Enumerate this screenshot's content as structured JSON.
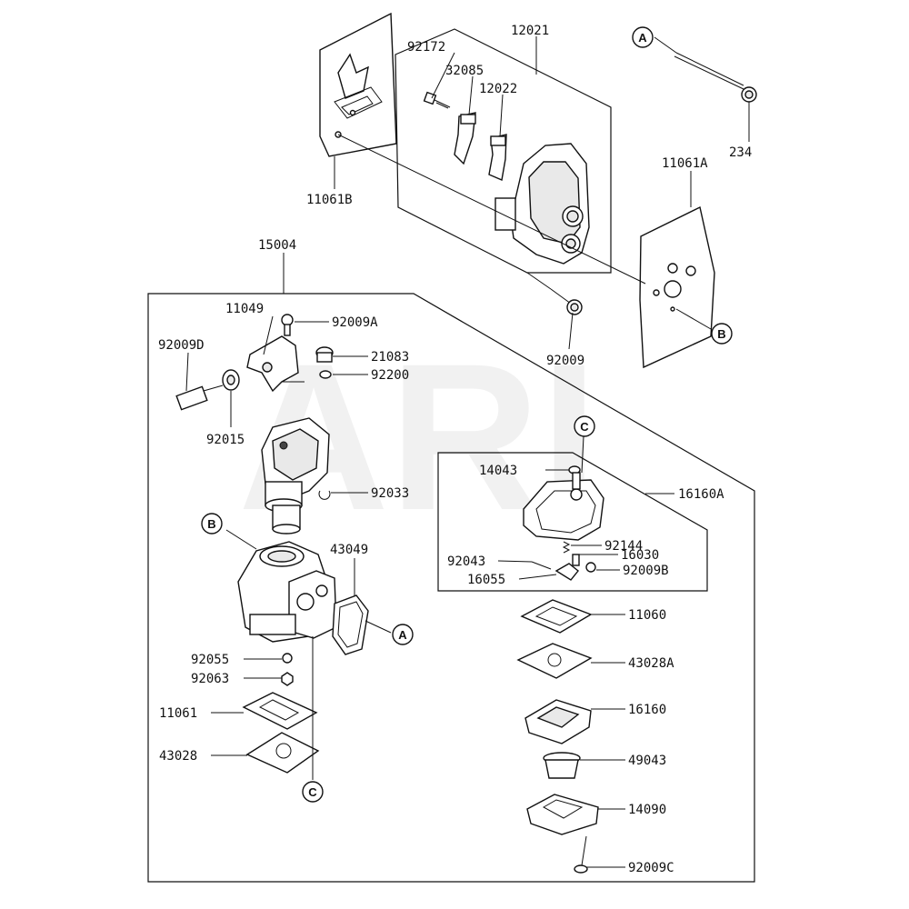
{
  "watermark": "ARI",
  "labels": {
    "p12021": "12021",
    "p92172": "92172",
    "p32085": "32085",
    "p12022": "12022",
    "p11061B": "11061B",
    "p234": "234",
    "p11061A": "11061A",
    "p15004": "15004",
    "p11049": "11049",
    "p92009A": "92009A",
    "p92009D": "92009D",
    "p21083": "21083",
    "p92200": "92200",
    "p92009": "92009",
    "p92015": "92015",
    "p92033": "92033",
    "p14043": "14043",
    "p16160A": "16160A",
    "p43049": "43049",
    "p92144": "92144",
    "p92043": "92043",
    "p16030": "16030",
    "p16055": "16055",
    "p92009B": "92009B",
    "p11060": "11060",
    "p92055": "92055",
    "p92063": "92063",
    "p43028A": "43028A",
    "p11061": "11061",
    "p16160": "16160",
    "p43028": "43028",
    "p49043": "49043",
    "p14090": "14090",
    "p92009C": "92009C"
  },
  "callouts": {
    "a_top": "A",
    "b_right": "B",
    "c_upper": "C",
    "b_left": "B",
    "a_lower": "A",
    "c_lower": "C"
  }
}
